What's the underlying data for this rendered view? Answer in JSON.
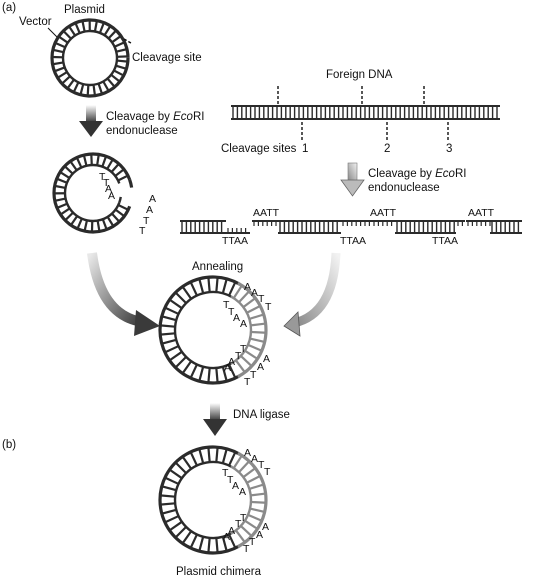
{
  "panel_labels": {
    "a": "(a)",
    "b": "(b)"
  },
  "labels": {
    "plasmid": "Plasmid",
    "vector": "Vector",
    "cleavage_site": "Cleavage site",
    "foreign_dna": "Foreign DNA",
    "cleavage_sites": "Cleavage sites",
    "site_1": "1",
    "site_2": "2",
    "site_3": "3",
    "cleavage_left_1": "Cleavage by ",
    "cleavage_left_enzyme": "Eco",
    "cleavage_left_2": "RI",
    "cleavage_left_3": "endonuclease",
    "cleavage_right_1": "Cleavage by ",
    "cleavage_right_enzyme": "Eco",
    "cleavage_right_2": "RI",
    "cleavage_right_3": "endonuclease",
    "annealing": "Annealing",
    "dna_ligase": "DNA ligase",
    "plasmid_chimera": "Plasmid chimera"
  },
  "sticky_ends": {
    "aatt": "AATT",
    "ttaa": "TTAA",
    "a": "A",
    "t": "T"
  },
  "colors": {
    "vector_ring": "#2b2b2b",
    "foreign_insert": "#8a8a8a",
    "ink": "#111111"
  }
}
